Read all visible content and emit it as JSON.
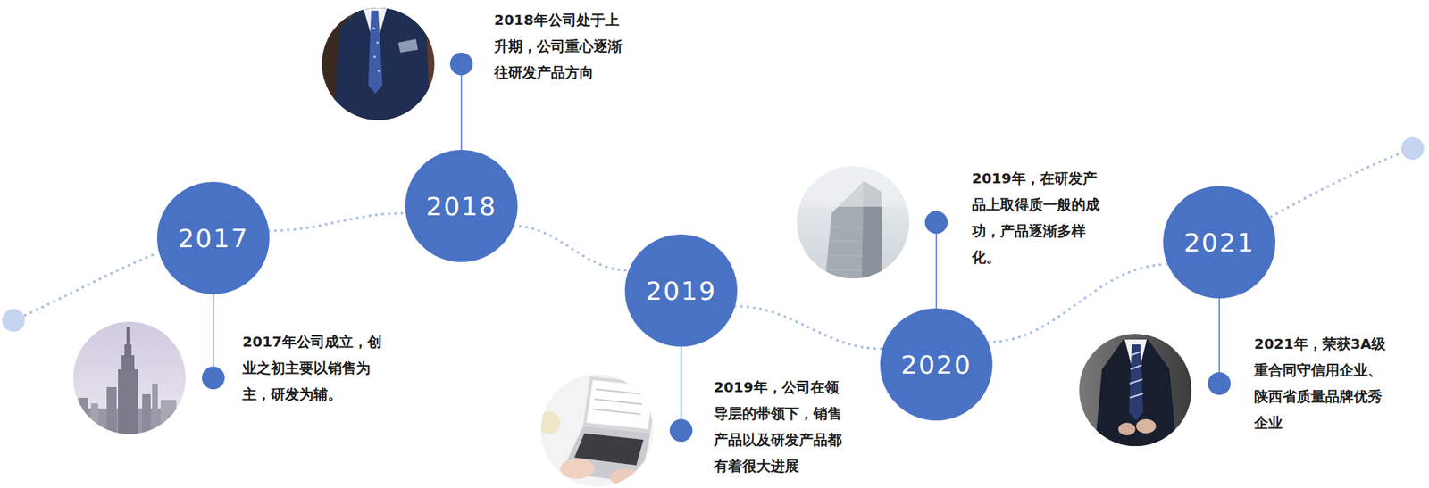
{
  "diagram": {
    "nodes": [
      {
        "text": [
          "2017"
        ]
      },
      {
        "text": [
          "2018"
        ]
      },
      {
        "text": [
          "2019"
        ]
      },
      {
        "text": [
          "2020"
        ]
      },
      {
        "text": [
          "2021"
        ]
      }
    ],
    "edges": [
      {
        "from": 0,
        "to": 1,
        "arrow": "none"
      },
      {
        "from": 1,
        "to": 2,
        "arrow": "none"
      },
      {
        "from": 2,
        "to": 3,
        "arrow": "none"
      },
      {
        "from": 3,
        "to": 4,
        "arrow": "none"
      }
    ],
    "labels": [
      "2017年公司成立，创业之初主要以销售为主，研发为辅。",
      "2018年公司处于上升期，公司重心逐渐往研发产品方向",
      "2019年，公司在领导层的带领下，销售产品以及研发产品都有着很大进展",
      "2019年，在研发产品上取得质一般的成功，产品逐渐多样化。",
      "2021年，荣获3A级重合同守信用企业、陕西省质量品牌优秀企业"
    ]
  }
}
